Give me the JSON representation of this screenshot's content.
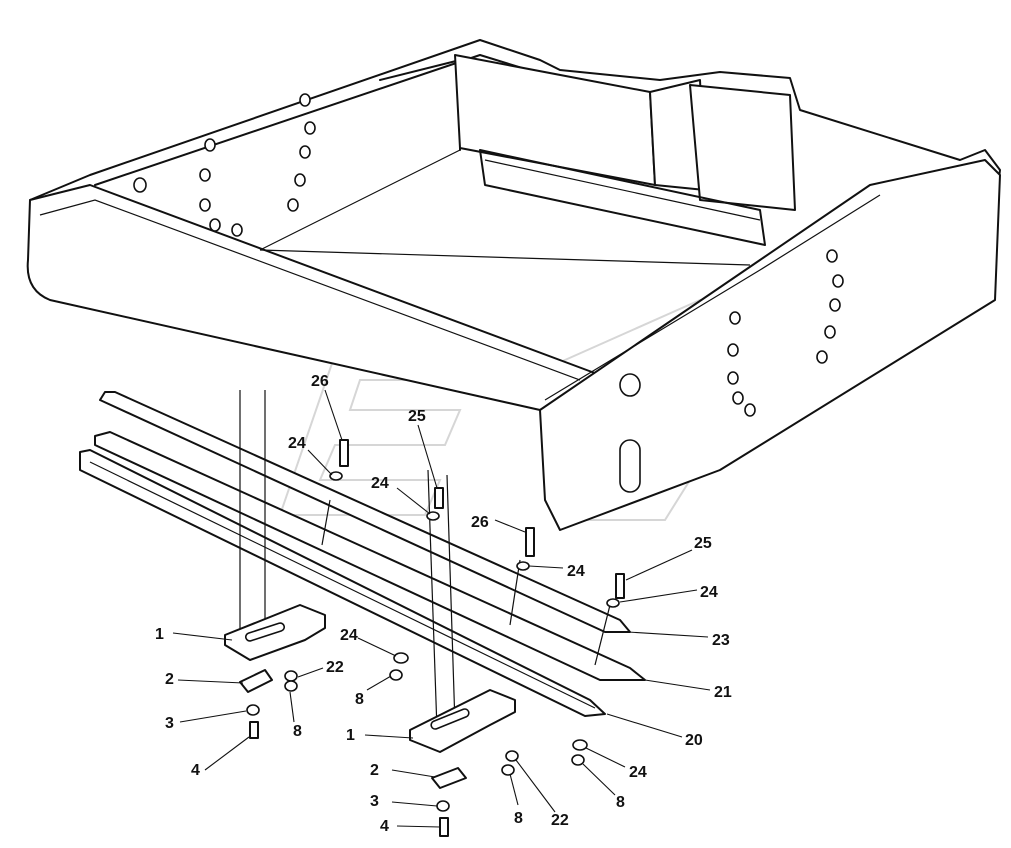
{
  "callouts": [
    {
      "id": "c1a",
      "text": "1"
    },
    {
      "id": "c2a",
      "text": "2"
    },
    {
      "id": "c3a",
      "text": "3"
    },
    {
      "id": "c4a",
      "text": "4"
    },
    {
      "id": "c8a",
      "text": "8"
    },
    {
      "id": "c22a",
      "text": "22"
    },
    {
      "id": "c24a",
      "text": "24"
    },
    {
      "id": "c8b",
      "text": "8"
    },
    {
      "id": "c1b",
      "text": "1"
    },
    {
      "id": "c2b",
      "text": "2"
    },
    {
      "id": "c3b",
      "text": "3"
    },
    {
      "id": "c4b",
      "text": "4"
    },
    {
      "id": "c8c",
      "text": "8"
    },
    {
      "id": "c22b",
      "text": "22"
    },
    {
      "id": "c26a",
      "text": "26"
    },
    {
      "id": "c24b",
      "text": "24"
    },
    {
      "id": "c25a",
      "text": "25"
    },
    {
      "id": "c24c",
      "text": "24"
    },
    {
      "id": "c26b",
      "text": "26"
    },
    {
      "id": "c24d",
      "text": "24"
    },
    {
      "id": "c25b",
      "text": "25"
    },
    {
      "id": "c24e",
      "text": "24"
    },
    {
      "id": "c23",
      "text": "23"
    },
    {
      "id": "c21",
      "text": "21"
    },
    {
      "id": "c20",
      "text": "20"
    },
    {
      "id": "c24f",
      "text": "24"
    },
    {
      "id": "c8d",
      "text": "8"
    }
  ]
}
